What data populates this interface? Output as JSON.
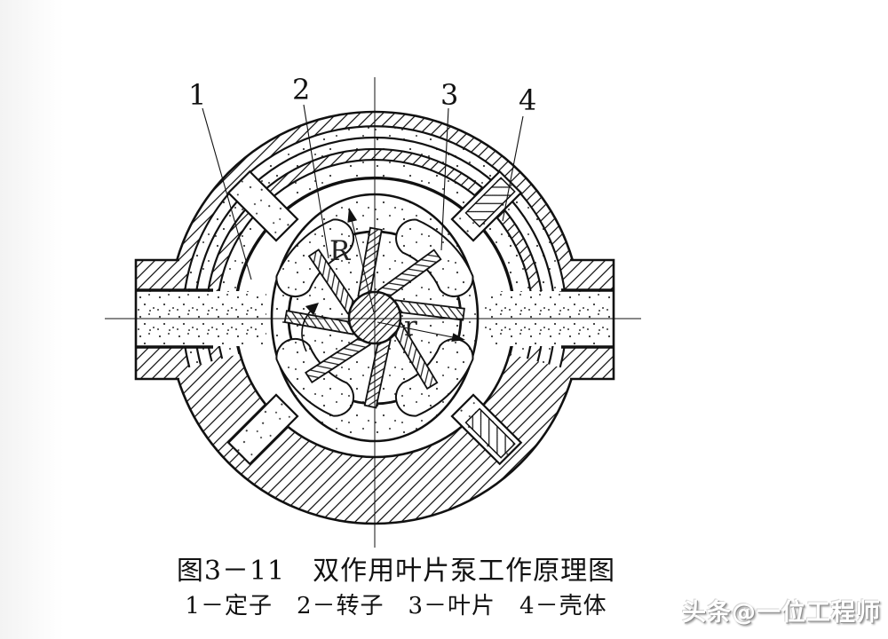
{
  "figure": {
    "caption": "图3－11　双作用叶片泵工作原理图",
    "legend": "1－定子　2－转子　3－叶片　4－壳体",
    "parts": [
      {
        "label": "1",
        "name": "定子"
      },
      {
        "label": "2",
        "name": "转子"
      },
      {
        "label": "3",
        "name": "叶片"
      },
      {
        "label": "4",
        "name": "壳体"
      }
    ],
    "dimensions": {
      "large_radius": "R",
      "small_radius": "r"
    }
  },
  "watermark": "头条@一位工程师",
  "colors": {
    "line": "#111111",
    "background": "#ffffff",
    "watermark_shadow": "#8f8f8f"
  }
}
